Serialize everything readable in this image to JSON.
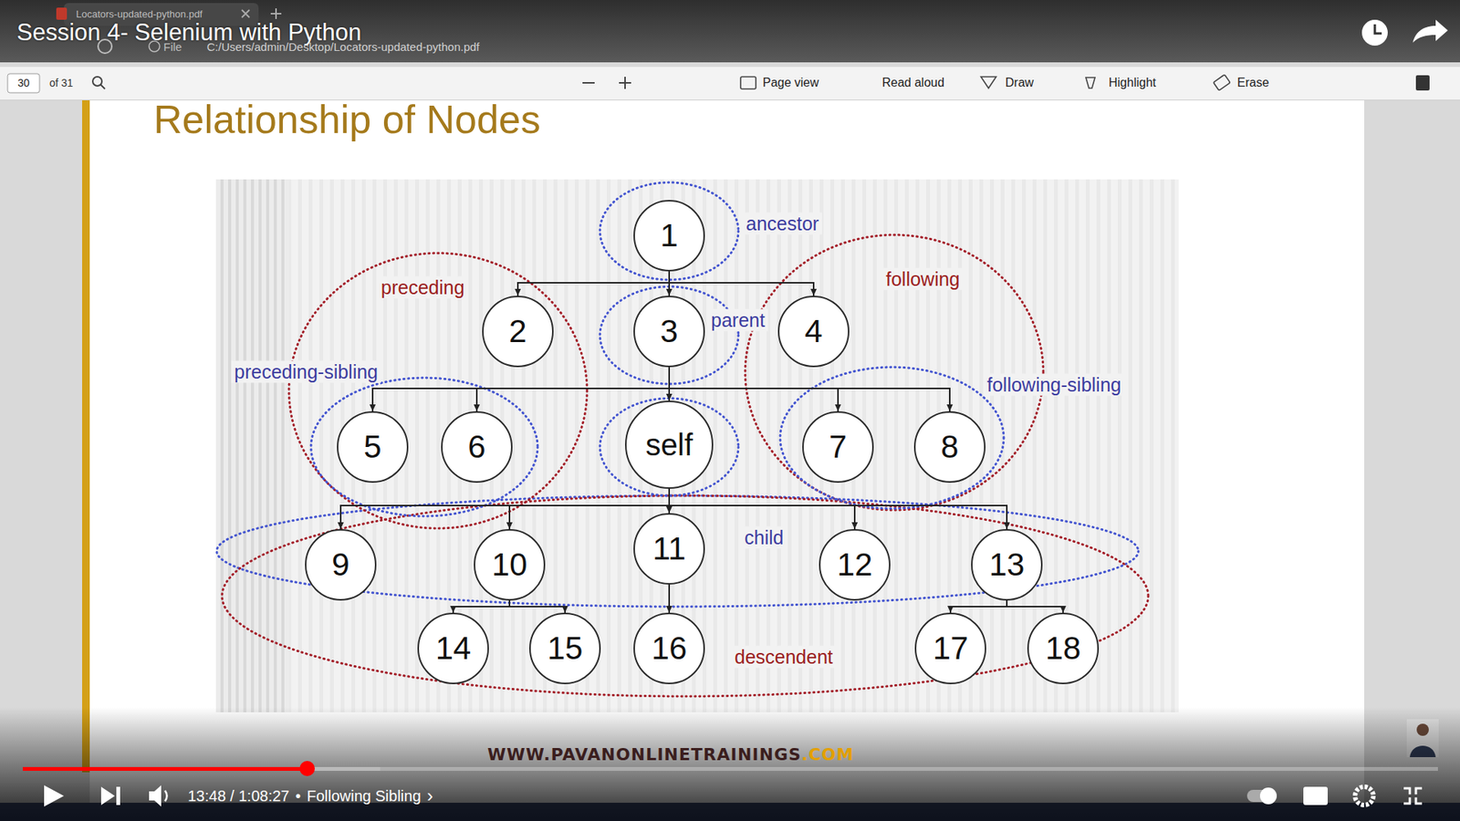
{
  "diagram": {
    "title": "Relationship of Nodes",
    "nodes": [
      {
        "text": [
          "1"
        ]
      },
      {
        "text": [
          "2"
        ]
      },
      {
        "text": [
          "3"
        ]
      },
      {
        "text": [
          "4"
        ]
      },
      {
        "text": [
          "5"
        ]
      },
      {
        "text": [
          "6"
        ]
      },
      {
        "text": [
          "self"
        ]
      },
      {
        "text": [
          "7"
        ]
      },
      {
        "text": [
          "8"
        ]
      },
      {
        "text": [
          "9"
        ]
      },
      {
        "text": [
          "10"
        ]
      },
      {
        "text": [
          "11"
        ]
      },
      {
        "text": [
          "12"
        ]
      },
      {
        "text": [
          "13"
        ]
      },
      {
        "text": [
          "14"
        ]
      },
      {
        "text": [
          "15"
        ]
      },
      {
        "text": [
          "16"
        ]
      },
      {
        "text": [
          "17"
        ]
      },
      {
        "text": [
          "18"
        ]
      }
    ],
    "edges": [
      {
        "from": 0,
        "to": 1,
        "arrow": "to"
      },
      {
        "from": 0,
        "to": 2,
        "arrow": "to"
      },
      {
        "from": 0,
        "to": 3,
        "arrow": "to"
      },
      {
        "from": 2,
        "to": 4,
        "arrow": "to"
      },
      {
        "from": 2,
        "to": 5,
        "arrow": "to"
      },
      {
        "from": 2,
        "to": 6,
        "arrow": "to"
      },
      {
        "from": 2,
        "to": 7,
        "arrow": "to"
      },
      {
        "from": 2,
        "to": 8,
        "arrow": "to"
      },
      {
        "from": 6,
        "to": 9,
        "arrow": "to"
      },
      {
        "from": 6,
        "to": 10,
        "arrow": "to"
      },
      {
        "from": 6,
        "to": 11,
        "arrow": "to"
      },
      {
        "from": 6,
        "to": 12,
        "arrow": "to"
      },
      {
        "from": 6,
        "to": 13,
        "arrow": "to"
      },
      {
        "from": 10,
        "to": 14,
        "arrow": "to"
      },
      {
        "from": 10,
        "to": 15,
        "arrow": "to"
      },
      {
        "from": 11,
        "to": 16,
        "arrow": "to"
      },
      {
        "from": 13,
        "to": 17,
        "arrow": "to"
      },
      {
        "from": 13,
        "to": 18,
        "arrow": "to"
      }
    ],
    "labels": [
      "Locators-updated-python.pdf",
      "Session 4- Selenium with Python",
      "File",
      "C:/Users/admin/Desktop/Locators-updated-python.pdf",
      "30",
      "of 31",
      "Page view",
      "Read aloud",
      "Draw",
      "Highlight",
      "Erase",
      "ancestor",
      "preceding",
      "following",
      "parent",
      "preceding-sibling",
      "following-sibling",
      "child",
      "descendent",
      "WWW.PAVANONLINETRAININGS",
      ".COM",
      "13:48 / 1:08:27",
      "•",
      "Following Sibling",
      "›"
    ]
  }
}
